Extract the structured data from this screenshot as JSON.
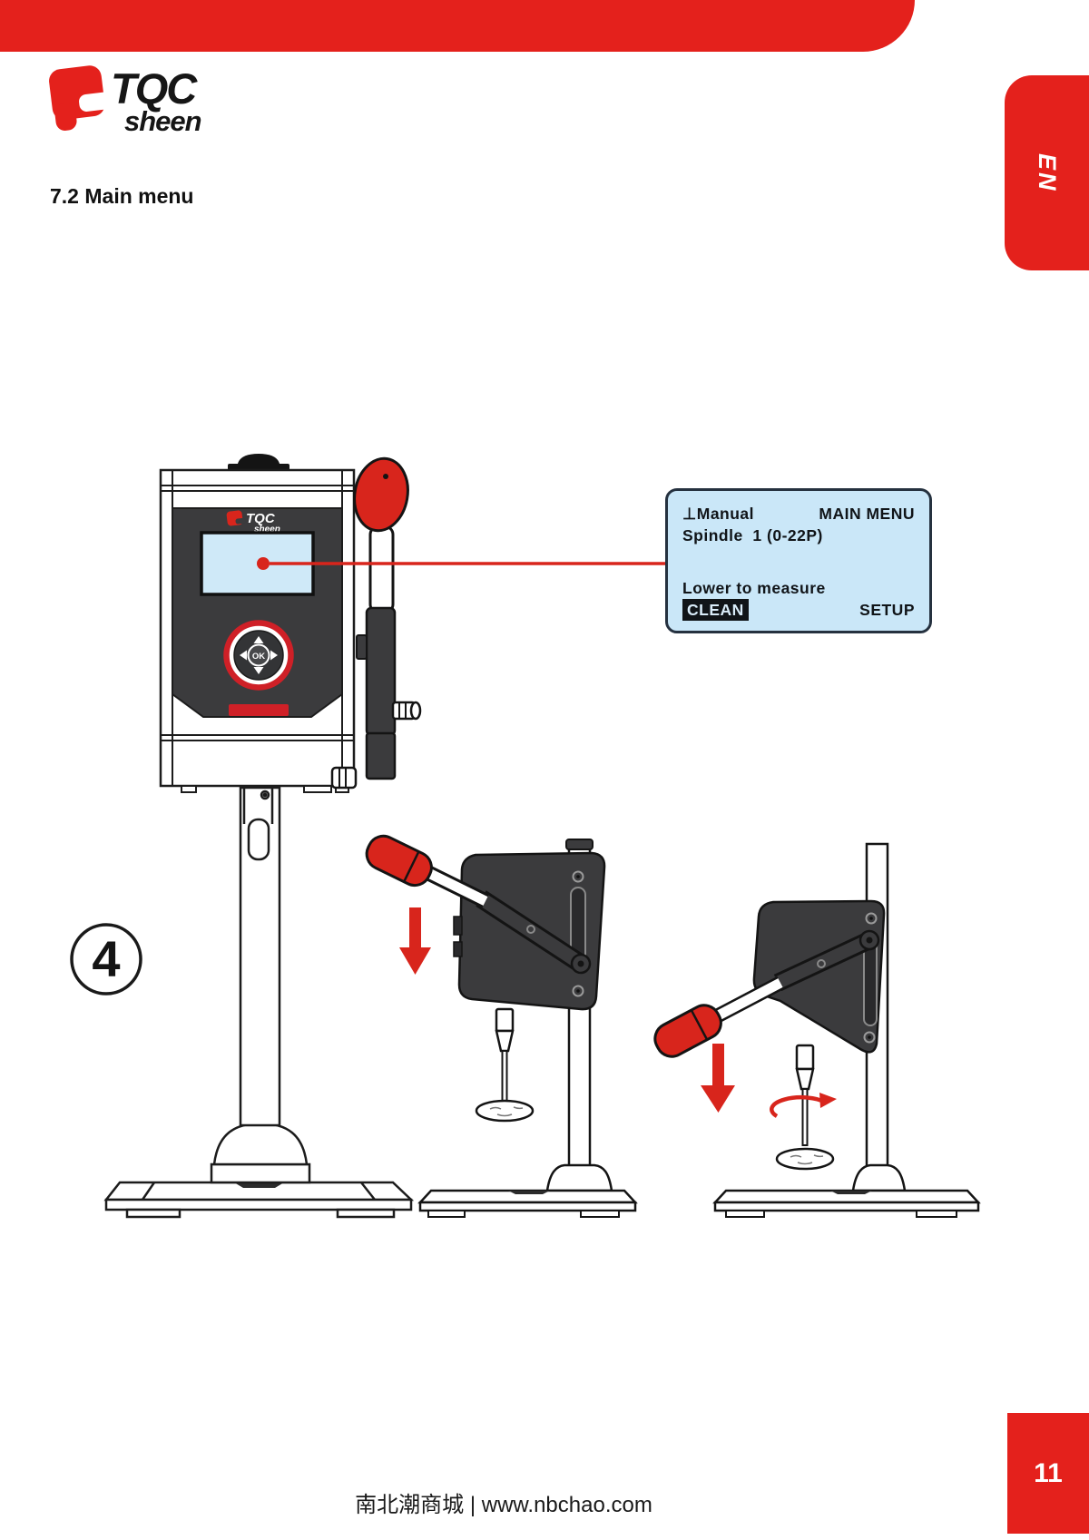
{
  "page": {
    "heading": "7.2 Main menu",
    "language_tab": "EN",
    "page_number": "11",
    "footer_text": "南北潮商城 | www.nbchao.com",
    "brand": {
      "name": "TQC",
      "sub": "sheen"
    },
    "colors": {
      "accent_red": "#e4211c",
      "illustration_red": "#d8251c",
      "screen_blue": "#cfe9f8",
      "panel_dark": "#3b3b3d",
      "callout_bg": "#cae7f8"
    }
  },
  "callout": {
    "line1_left": "⊥Manual",
    "line1_right": "MAIN MENU",
    "line2": "Spindle  1 (0-22P)",
    "line3": "Lower to measure",
    "button_left": "CLEAN",
    "button_right": "SETUP"
  },
  "figure": {
    "step_number": "4",
    "ok_button": "OK",
    "device_logo": {
      "name": "TQC",
      "sub": "sheen"
    }
  }
}
